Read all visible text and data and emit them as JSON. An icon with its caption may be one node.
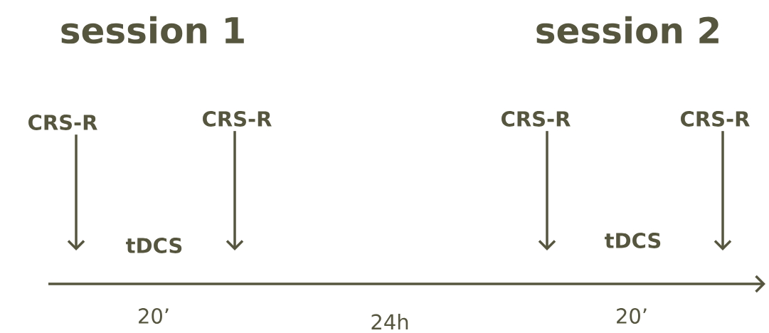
{
  "diagram": {
    "nodes": [
      {
        "text": [
          "CRS-R"
        ]
      },
      {
        "text": [
          "CRS-R"
        ]
      },
      {
        "text": [
          "CRS-R"
        ]
      },
      {
        "text": [
          "CRS-R"
        ]
      }
    ],
    "edges": [
      {
        "from": 0,
        "to": null,
        "arrow": "to"
      },
      {
        "from": 1,
        "to": null,
        "arrow": "to"
      },
      {
        "from": 2,
        "to": null,
        "arrow": "to"
      },
      {
        "from": 3,
        "to": null,
        "arrow": "to"
      }
    ],
    "labels": [
      "session 1",
      "session 2",
      "tDCS",
      "tDCS",
      "20’",
      "24h",
      "20’"
    ]
  }
}
